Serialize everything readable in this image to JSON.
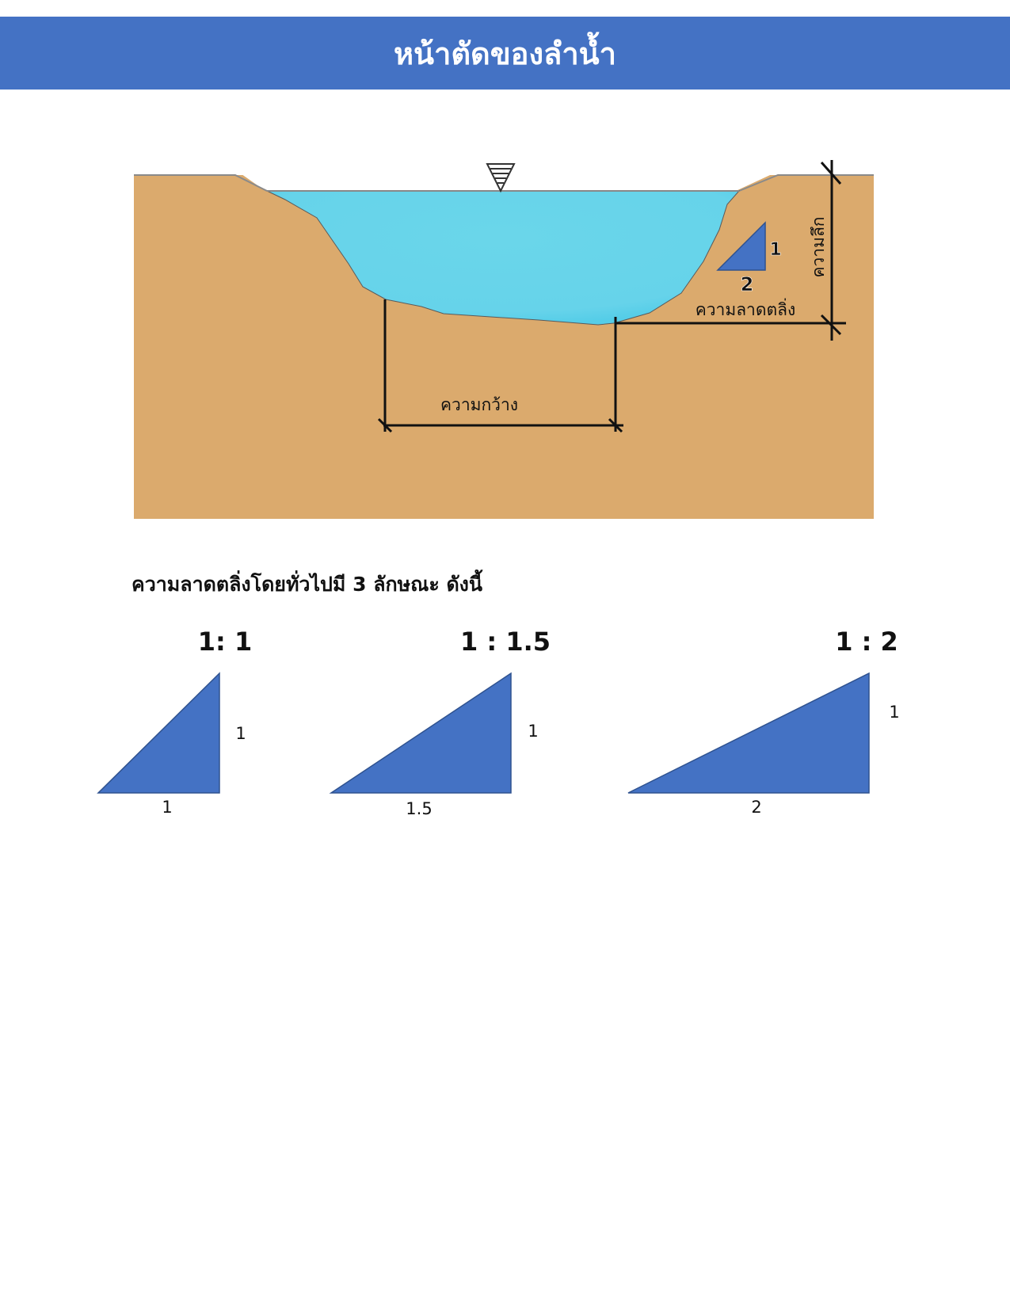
{
  "page": {
    "title": "หน้าตัดของลำน้ำ",
    "header_color": "#4472c4"
  },
  "cross_section": {
    "colors": {
      "soil": "#dbaa6d",
      "water": "#66d3ea",
      "triangle": "#4472c4"
    },
    "labels": {
      "depth": "ความลึก",
      "slope": "ความลาดตลิ่ง",
      "width": "ความกว้าง",
      "slope_rise": "1",
      "slope_run": "2"
    }
  },
  "intro_text": "ความลาดตลิ่งโดยทั่วไปมี 3 ลักษณะ ดังนี้",
  "slopes": [
    {
      "ratio_label": "1: 1",
      "rise_label": "1",
      "run_label": "1"
    },
    {
      "ratio_label": "1 : 1.5",
      "rise_label": "1",
      "run_label": "1.5"
    },
    {
      "ratio_label": "1 : 2",
      "rise_label": "1",
      "run_label": "2"
    }
  ]
}
